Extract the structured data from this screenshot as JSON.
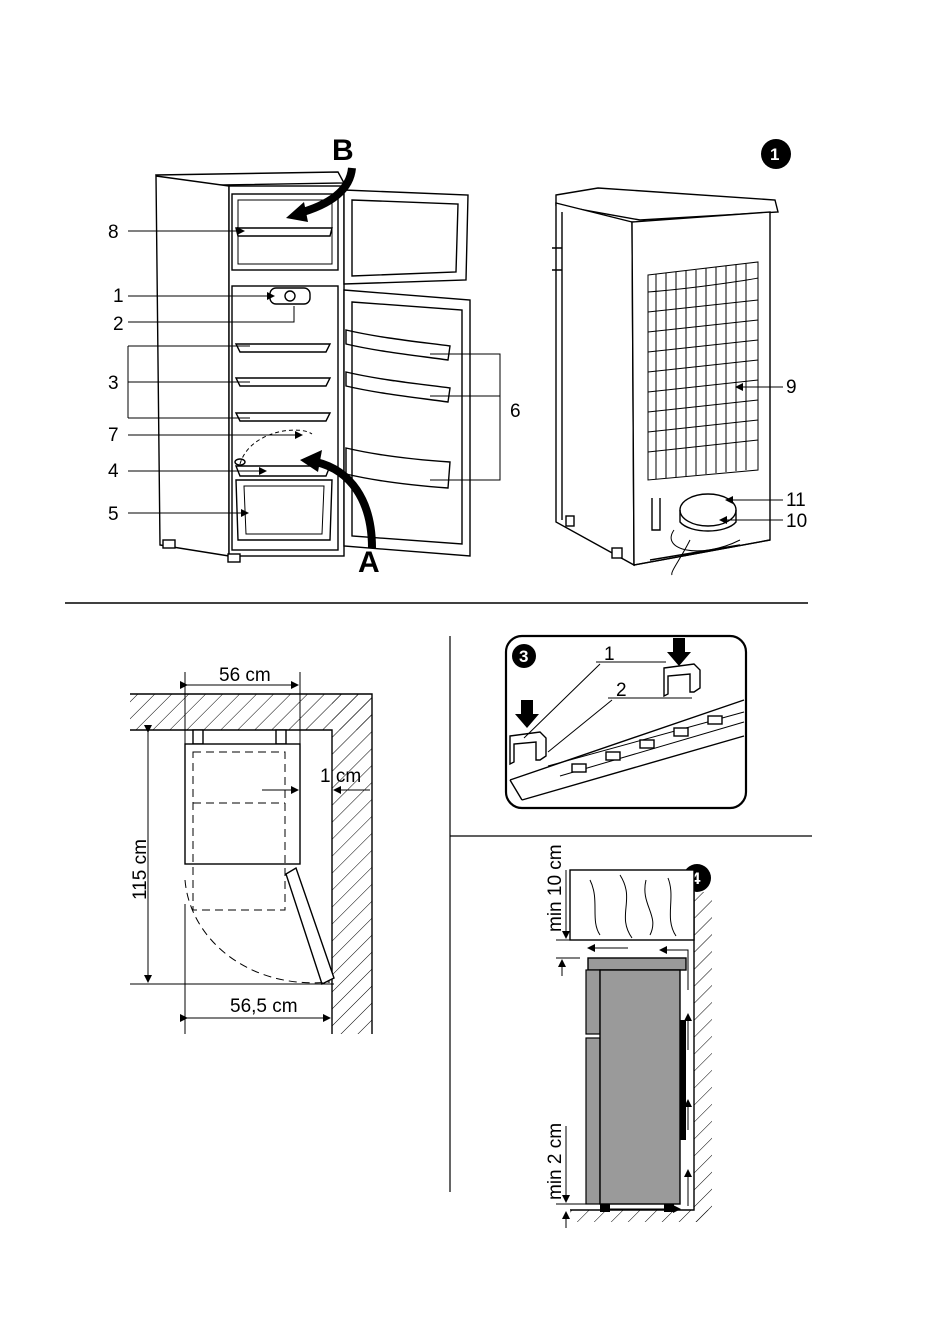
{
  "figure1": {
    "badge": "1",
    "label_a": "A",
    "label_b": "B",
    "callouts": [
      "8",
      "1",
      "2",
      "3",
      "7",
      "4",
      "5",
      "6",
      "9",
      "11",
      "10"
    ]
  },
  "figure2": {
    "width_top": "56 cm",
    "gap": "1 cm",
    "depth": "115 cm",
    "width_open": "56,5 cm"
  },
  "figure3": {
    "badge": "3",
    "callouts": [
      "1",
      "2"
    ]
  },
  "figure4": {
    "badge": "4",
    "top_clearance": "min 10 cm",
    "bottom_clearance": "min 2 cm"
  }
}
